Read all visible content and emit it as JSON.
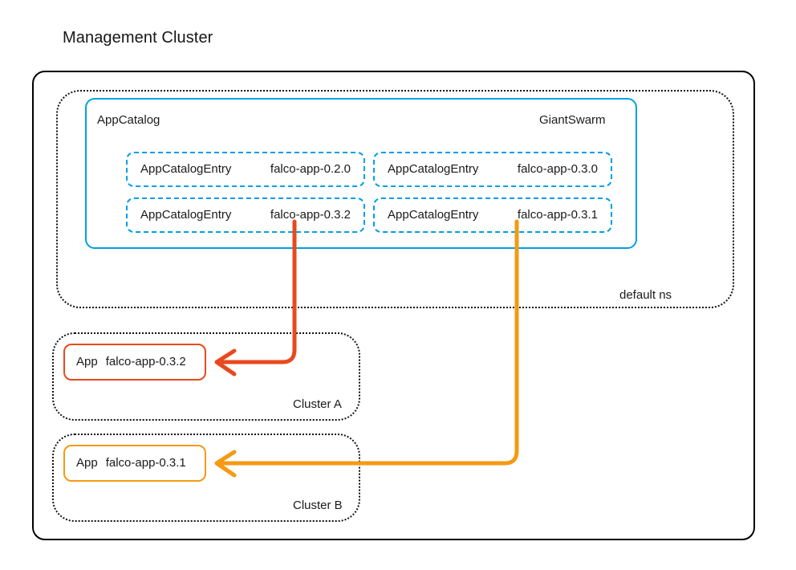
{
  "diagram": {
    "title": "Management Cluster",
    "namespace_label": "default ns",
    "catalog": {
      "kind": "AppCatalog",
      "name": "GiantSwarm",
      "entries": [
        {
          "kind": "AppCatalogEntry",
          "version": "falco-app-0.2.0"
        },
        {
          "kind": "AppCatalogEntry",
          "version": "falco-app-0.3.0"
        },
        {
          "kind": "AppCatalogEntry",
          "version": "falco-app-0.3.2"
        },
        {
          "kind": "AppCatalogEntry",
          "version": "falco-app-0.3.1"
        }
      ]
    },
    "clusters": [
      {
        "label": "Cluster A",
        "app": {
          "kind": "App",
          "version": "falco-app-0.3.2"
        },
        "accent": "#e8491e"
      },
      {
        "label": "Cluster B",
        "app": {
          "kind": "App",
          "version": "falco-app-0.3.1"
        },
        "accent": "#f59a13"
      }
    ],
    "connections": [
      {
        "from": "falco-app-0.3.2",
        "to": "Cluster A / App falco-app-0.3.2",
        "color": "#e8491e"
      },
      {
        "from": "falco-app-0.3.1",
        "to": "Cluster B / App falco-app-0.3.1",
        "color": "#f59a13"
      }
    ],
    "colors": {
      "catalog_blue": "#00a0e3",
      "arrow_red": "#e8491e",
      "arrow_amber": "#f59a13",
      "outline_black": "#000000",
      "text": "#1a1a1a"
    }
  }
}
